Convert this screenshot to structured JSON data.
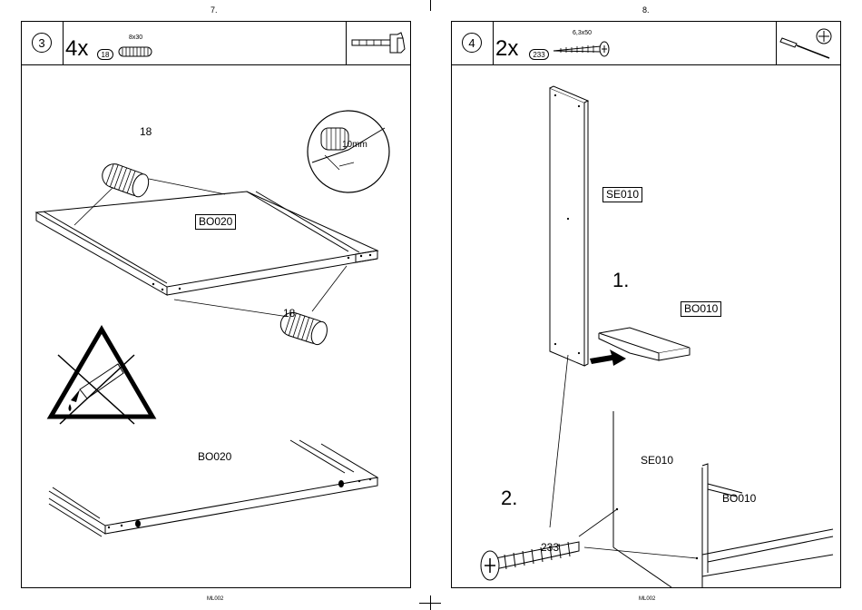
{
  "pages": [
    {
      "page_number": "7.",
      "step": "3",
      "quantity": "4x",
      "part_id": "18",
      "part_size": "8x30",
      "tool_icon": "hammer-icon",
      "labels": {
        "dowel_top": "18",
        "dowel_bottom": "18",
        "panel_top": "BO020",
        "panel_bottom": "BO020",
        "depth": "10mm"
      },
      "warning_icon": "no-glue-warning-icon",
      "footer": "ML002"
    },
    {
      "page_number": "8.",
      "step": "4",
      "quantity": "2x",
      "part_id": "233",
      "part_size": "6,3x50",
      "tool_icon": "screwdriver-icon",
      "labels": {
        "side_panel": "SE010",
        "shelf": "BO010",
        "step1": "1.",
        "step2": "2.",
        "screw": "233",
        "detail_side": "SE010",
        "detail_shelf": "BO010"
      },
      "footer": "ML002"
    }
  ]
}
